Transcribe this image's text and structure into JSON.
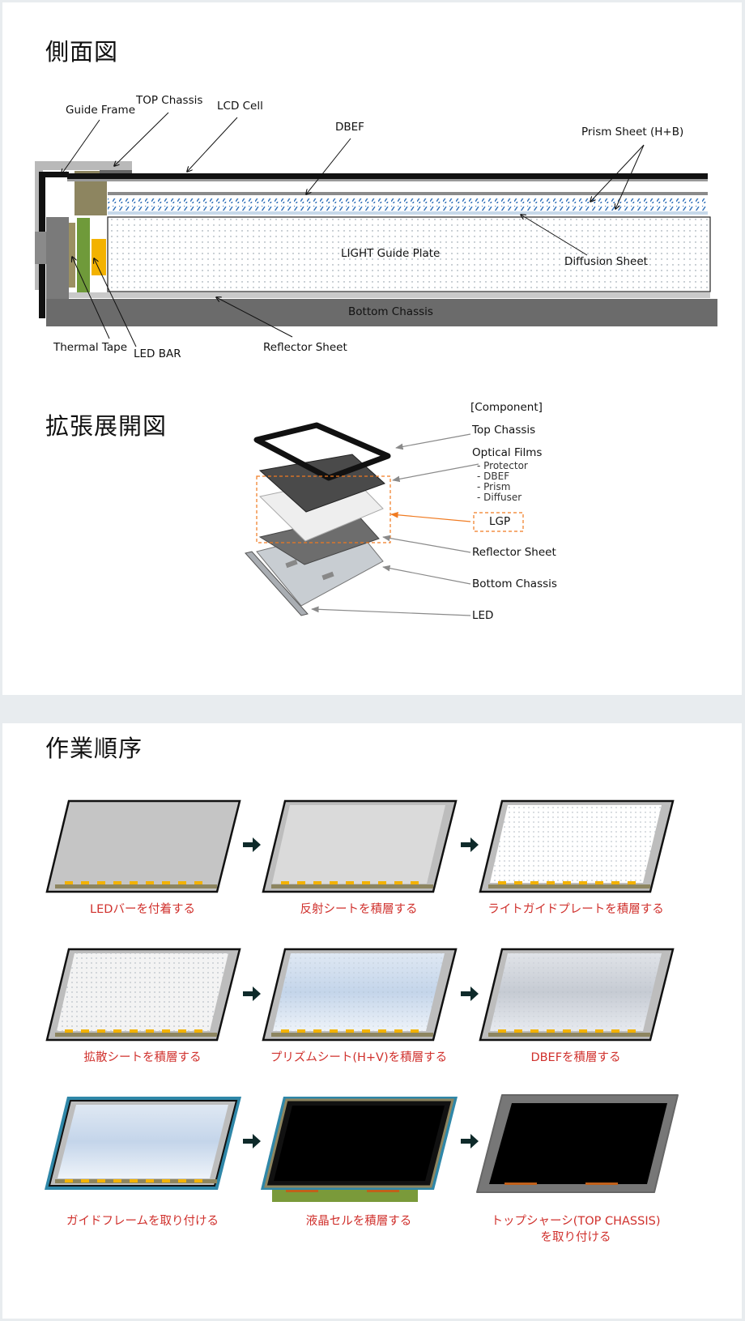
{
  "side_view": {
    "title": "側面図",
    "labels": {
      "guide_frame": "Guide Frame",
      "top_chassis": "TOP Chassis",
      "lcd_cell": "LCD Cell",
      "dbef": "DBEF",
      "prism_sheet": "Prism Sheet (H+B)",
      "light_guide_plate": "LIGHT Guide Plate",
      "diffusion_sheet": "Diffusion Sheet",
      "bottom_chassis": "Bottom Chassis",
      "thermal_tape": "Thermal Tape",
      "led_bar": "LED BAR",
      "reflector_sheet": "Reflector Sheet"
    }
  },
  "exploded_view": {
    "title": "拡張展開図",
    "component_header": "[Component]",
    "top_chassis": "Top Chassis",
    "optical_films": "Optical Films",
    "film_items": [
      "- Protector",
      "- DBEF",
      "- Prism",
      "- Diffuser"
    ],
    "lgp": "LGP",
    "reflector_sheet": "Reflector Sheet",
    "bottom_chassis": "Bottom Chassis",
    "led": "LED"
  },
  "work_order": {
    "title": "作業順序",
    "steps": [
      "LEDバーを付着する",
      "反射シートを積層する",
      "ライトガイドプレートを積層する",
      "拡散シートを積層する",
      "プリズムシート(H+V)を積層する",
      "DBEFを積層する",
      "ガイドフレームを取り付ける",
      "液晶セルを積層する",
      "トップシャーシ(TOP CHASSIS)",
      "を取り付ける"
    ]
  },
  "colors": {
    "caption_red": "#d0312d",
    "led_orange": "#f3b200",
    "guide_frame_blue": "#2f87a8",
    "lgp_highlight": "#f07a20"
  }
}
